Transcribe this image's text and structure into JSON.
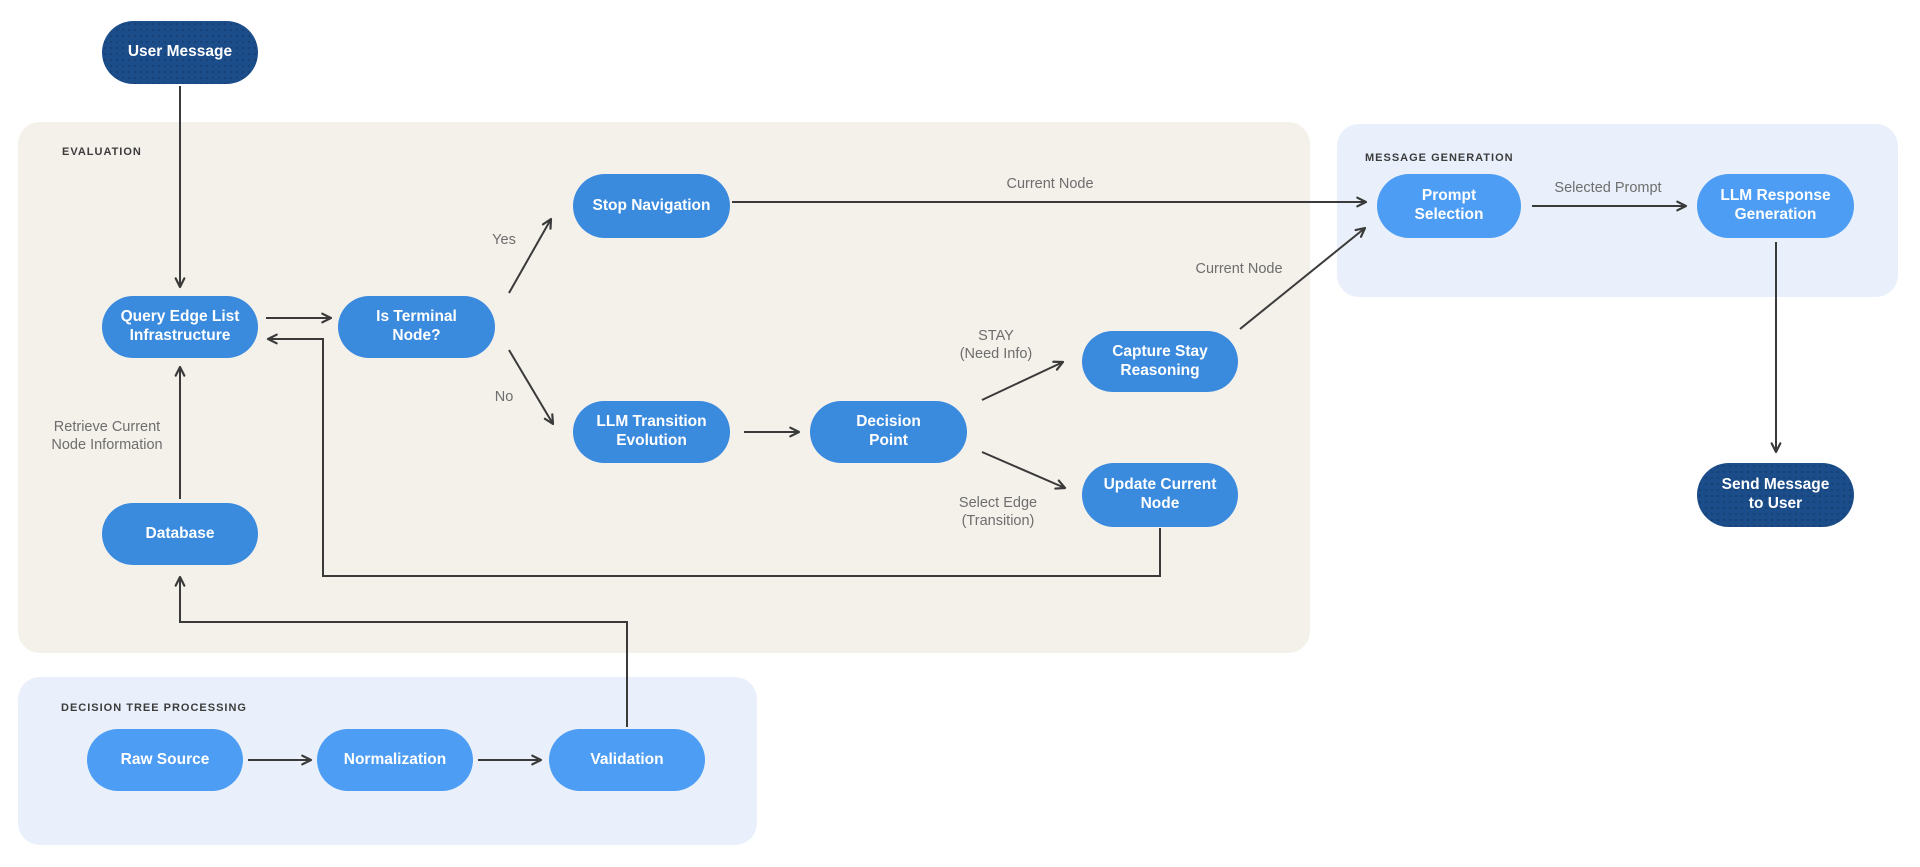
{
  "diagram": {
    "type": "flowchart",
    "edges": [
      {
        "from": "User Message",
        "to": "Query Edge List Infrastructure",
        "label": ""
      },
      {
        "from": "Query Edge List Infrastructure",
        "to": "Is Terminal Node?",
        "label": ""
      },
      {
        "from": "Is Terminal Node?",
        "to": "Stop Navigation",
        "label": "Yes"
      },
      {
        "from": "Is Terminal Node?",
        "to": "LLM Transition Evolution",
        "label": "No"
      },
      {
        "from": "LLM Transition Evolution",
        "to": "Decision Point",
        "label": ""
      },
      {
        "from": "Decision Point",
        "to": "Capture Stay Reasoning",
        "label": "STAY (Need Info)"
      },
      {
        "from": "Decision Point",
        "to": "Update Current Node",
        "label": "Select Edge (Transition)"
      },
      {
        "from": "Update Current Node",
        "to": "Query Edge List Infrastructure",
        "label": ""
      },
      {
        "from": "Stop Navigation",
        "to": "Prompt Selection",
        "label": "Current Node"
      },
      {
        "from": "Capture Stay Reasoning",
        "to": "Prompt Selection",
        "label": "Current Node"
      },
      {
        "from": "Prompt Selection",
        "to": "LLM Response Generation",
        "label": "Selected Prompt"
      },
      {
        "from": "LLM Response Generation",
        "to": "Send Message to User",
        "label": ""
      },
      {
        "from": "Database",
        "to": "Query Edge List Infrastructure",
        "label": "Retrieve Current Node Information"
      },
      {
        "from": "Validation",
        "to": "Database",
        "label": ""
      },
      {
        "from": "Raw Source",
        "to": "Normalization",
        "label": ""
      },
      {
        "from": "Normalization",
        "to": "Validation",
        "label": ""
      }
    ]
  },
  "panels": {
    "evaluation": {
      "label": "EVALUATION"
    },
    "message_generation": {
      "label": "MESSAGE GENERATION"
    },
    "decision_tree_processing": {
      "label": "DECISION TREE PROCESSING"
    }
  },
  "nodes": {
    "user_message": {
      "label": "User Message"
    },
    "query_edge_list": {
      "label": "Query Edge List\nInfrastructure"
    },
    "is_terminal": {
      "label": "Is Terminal\nNode?"
    },
    "stop_navigation": {
      "label": "Stop Navigation"
    },
    "llm_transition": {
      "label": "LLM Transition\nEvolution"
    },
    "decision_point": {
      "label": "Decision\nPoint"
    },
    "capture_stay": {
      "label": "Capture Stay\nReasoning"
    },
    "update_current": {
      "label": "Update Current\nNode"
    },
    "database": {
      "label": "Database"
    },
    "prompt_selection": {
      "label": "Prompt\nSelection"
    },
    "llm_response": {
      "label": "LLM Response\nGeneration"
    },
    "send_message": {
      "label": "Send Message\nto User"
    },
    "raw_source": {
      "label": "Raw Source"
    },
    "normalization": {
      "label": "Normalization"
    },
    "validation": {
      "label": "Validation"
    }
  },
  "edge_labels": {
    "yes": "Yes",
    "no": "No",
    "current_node_top": "Current Node",
    "current_node_diag": "Current Node",
    "stay": "STAY\n(Need Info)",
    "select_edge": "Select Edge\n(Transition)",
    "retrieve": "Retrieve Current\nNode Information",
    "selected_prompt": "Selected Prompt"
  },
  "colors": {
    "node_dark_navy": "#1b4d8a",
    "node_medium_blue": "#3a8ade",
    "node_light_blue": "#4d9df4",
    "panel_beige": "#f4f0ea",
    "panel_light_blue": "#e9f0fb",
    "arrow_stroke": "#3a3a3a",
    "edge_label_gray": "#6e6e6e",
    "panel_label_gray": "#3c3c3c"
  }
}
